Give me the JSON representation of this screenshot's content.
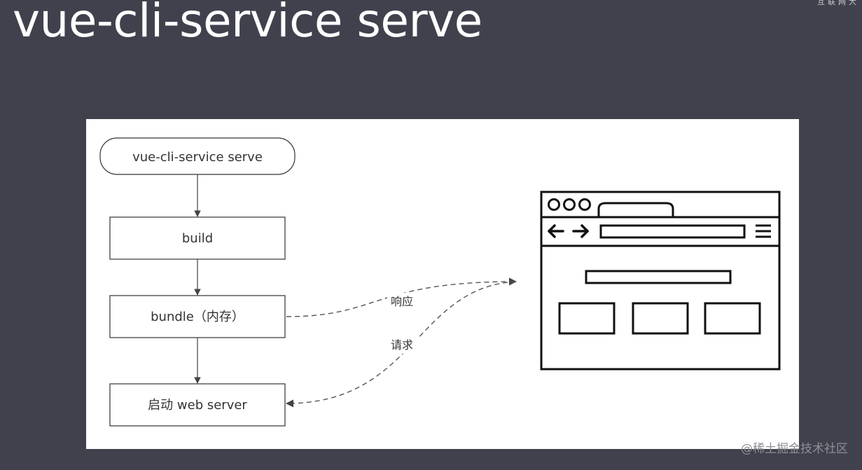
{
  "slide": {
    "title": "vue-cli-service serve",
    "corner_text": "互联网大"
  },
  "diagram": {
    "nodes": {
      "start": "vue-cli-service serve",
      "build": "build",
      "bundle": "bundle（内存）",
      "server": "启动 web server"
    },
    "edges": {
      "response": "响应",
      "request": "请求"
    },
    "icons": {
      "browser": "browser-window-icon",
      "back": "arrow-left-icon",
      "forward": "arrow-right-icon",
      "menu": "hamburger-menu-icon"
    }
  },
  "watermark": "@稀土掘金技术社区",
  "colors": {
    "background": "#40414d",
    "panel": "#ffffff",
    "stroke": "#222222",
    "text": "#333333"
  }
}
